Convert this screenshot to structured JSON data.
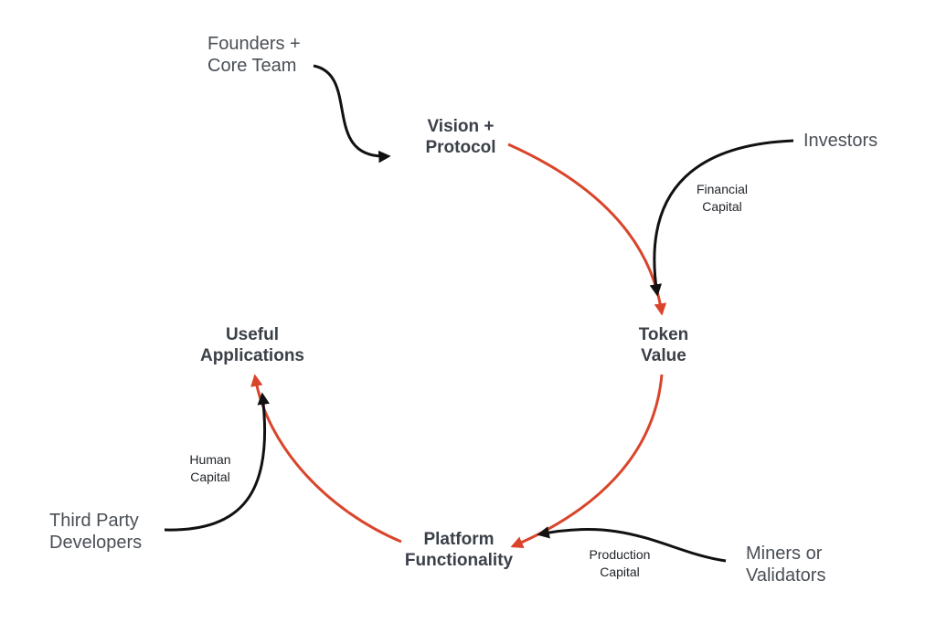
{
  "colors": {
    "cycle": "#d9452b",
    "input": "#111111",
    "node_text": "#3b4048",
    "outer_text": "#4a4f56"
  },
  "nodes": {
    "vision_protocol": [
      "Vision +",
      "Protocol"
    ],
    "token_value": [
      "Token",
      "Value"
    ],
    "platform_functionality": [
      "Platform",
      "Functionality"
    ],
    "useful_applications": [
      "Useful",
      "Applications"
    ]
  },
  "sources": {
    "founders": [
      "Founders +",
      "Core Team"
    ],
    "investors": [
      "Investors"
    ],
    "miners": [
      "Miners or",
      "Validators"
    ],
    "developers": [
      "Third Party",
      "Developers"
    ]
  },
  "capital_labels": {
    "financial": [
      "Financial",
      "Capital"
    ],
    "production": [
      "Production",
      "Capital"
    ],
    "human": [
      "Human",
      "Capital"
    ]
  }
}
